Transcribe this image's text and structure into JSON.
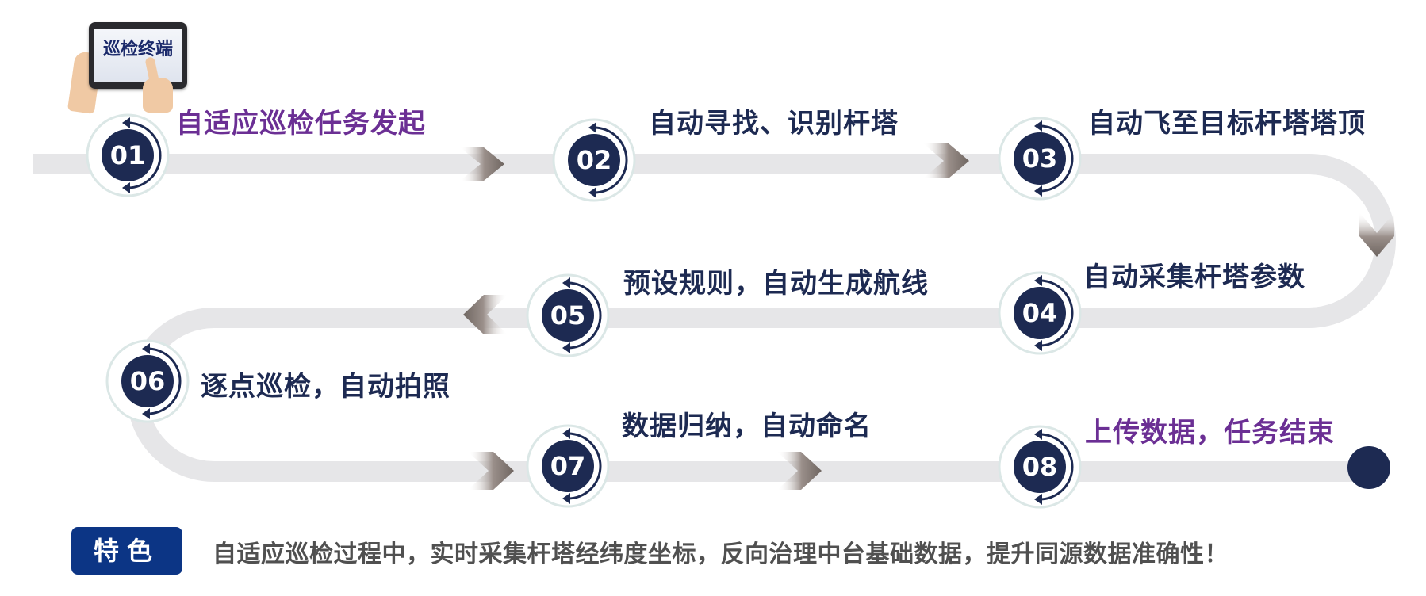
{
  "device": {
    "screen_text": "巡检终端"
  },
  "steps": [
    {
      "num": "01",
      "label": "自适应巡检任务发起"
    },
    {
      "num": "02",
      "label": "自动寻找、识别杆塔"
    },
    {
      "num": "03",
      "label": "自动飞至目标杆塔塔顶"
    },
    {
      "num": "04",
      "label": "自动采集杆塔参数"
    },
    {
      "num": "05",
      "label": "预设规则，自动生成航线"
    },
    {
      "num": "06",
      "label": "逐点巡检，自动拍照"
    },
    {
      "num": "07",
      "label": "数据归纳，自动命名"
    },
    {
      "num": "08",
      "label": "上传数据，任务结束"
    }
  ],
  "feature": {
    "tag": "特色",
    "text": "自适应巡检过程中，实时采集杆塔经纬度坐标，反向治理中台基础数据，提升同源数据准确性！"
  },
  "colors": {
    "navy": "#1d2a52",
    "accent_purple": "#6b2f94",
    "track": "#e6e6e8",
    "tag_blue": "#0c3585"
  }
}
